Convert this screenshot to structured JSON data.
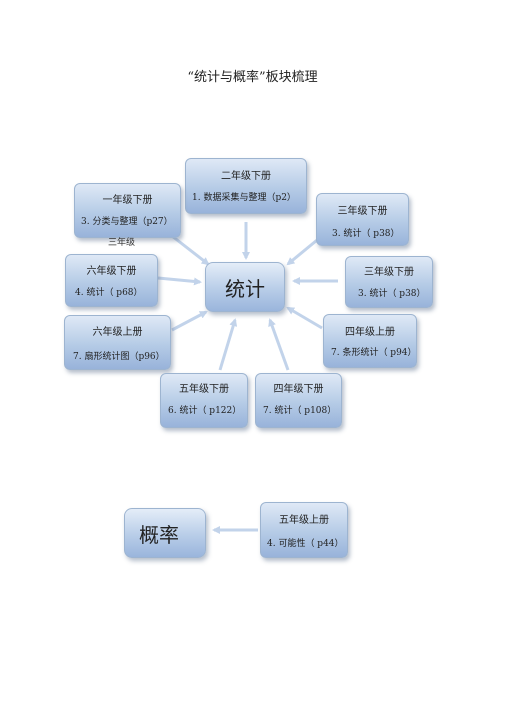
{
  "title": "“统计与概率”板块梳理",
  "center_label": "统计",
  "nodes": [
    {
      "grade": "二年级下册",
      "chapter": "1. 数据采集与整理（p2）"
    },
    {
      "grade": "一年级下册",
      "chapter": "3. 分类与整理（p27）"
    },
    {
      "grade": "三年级下册",
      "chapter": "3. 统计（ p38）"
    },
    {
      "grade": "六年级下册",
      "chapter": "4. 统计（ p68）"
    },
    {
      "grade": "三年级下册",
      "chapter": "3. 统计（ p38）"
    },
    {
      "grade": "六年级上册",
      "chapter": "7. 扇形统计图（p96）"
    },
    {
      "grade": "四年级上册",
      "chapter": "7. 条形统计（ p94）"
    },
    {
      "grade": "五年级下册",
      "chapter": "6. 统计（ p122）"
    },
    {
      "grade": "四年级下册",
      "chapter": "7. 统计（ p108）"
    }
  ],
  "stray_label": "三年级",
  "probability": {
    "label": "概率",
    "node": {
      "grade": "五年级上册",
      "chapter": "4. 可能性（ p44）"
    }
  }
}
